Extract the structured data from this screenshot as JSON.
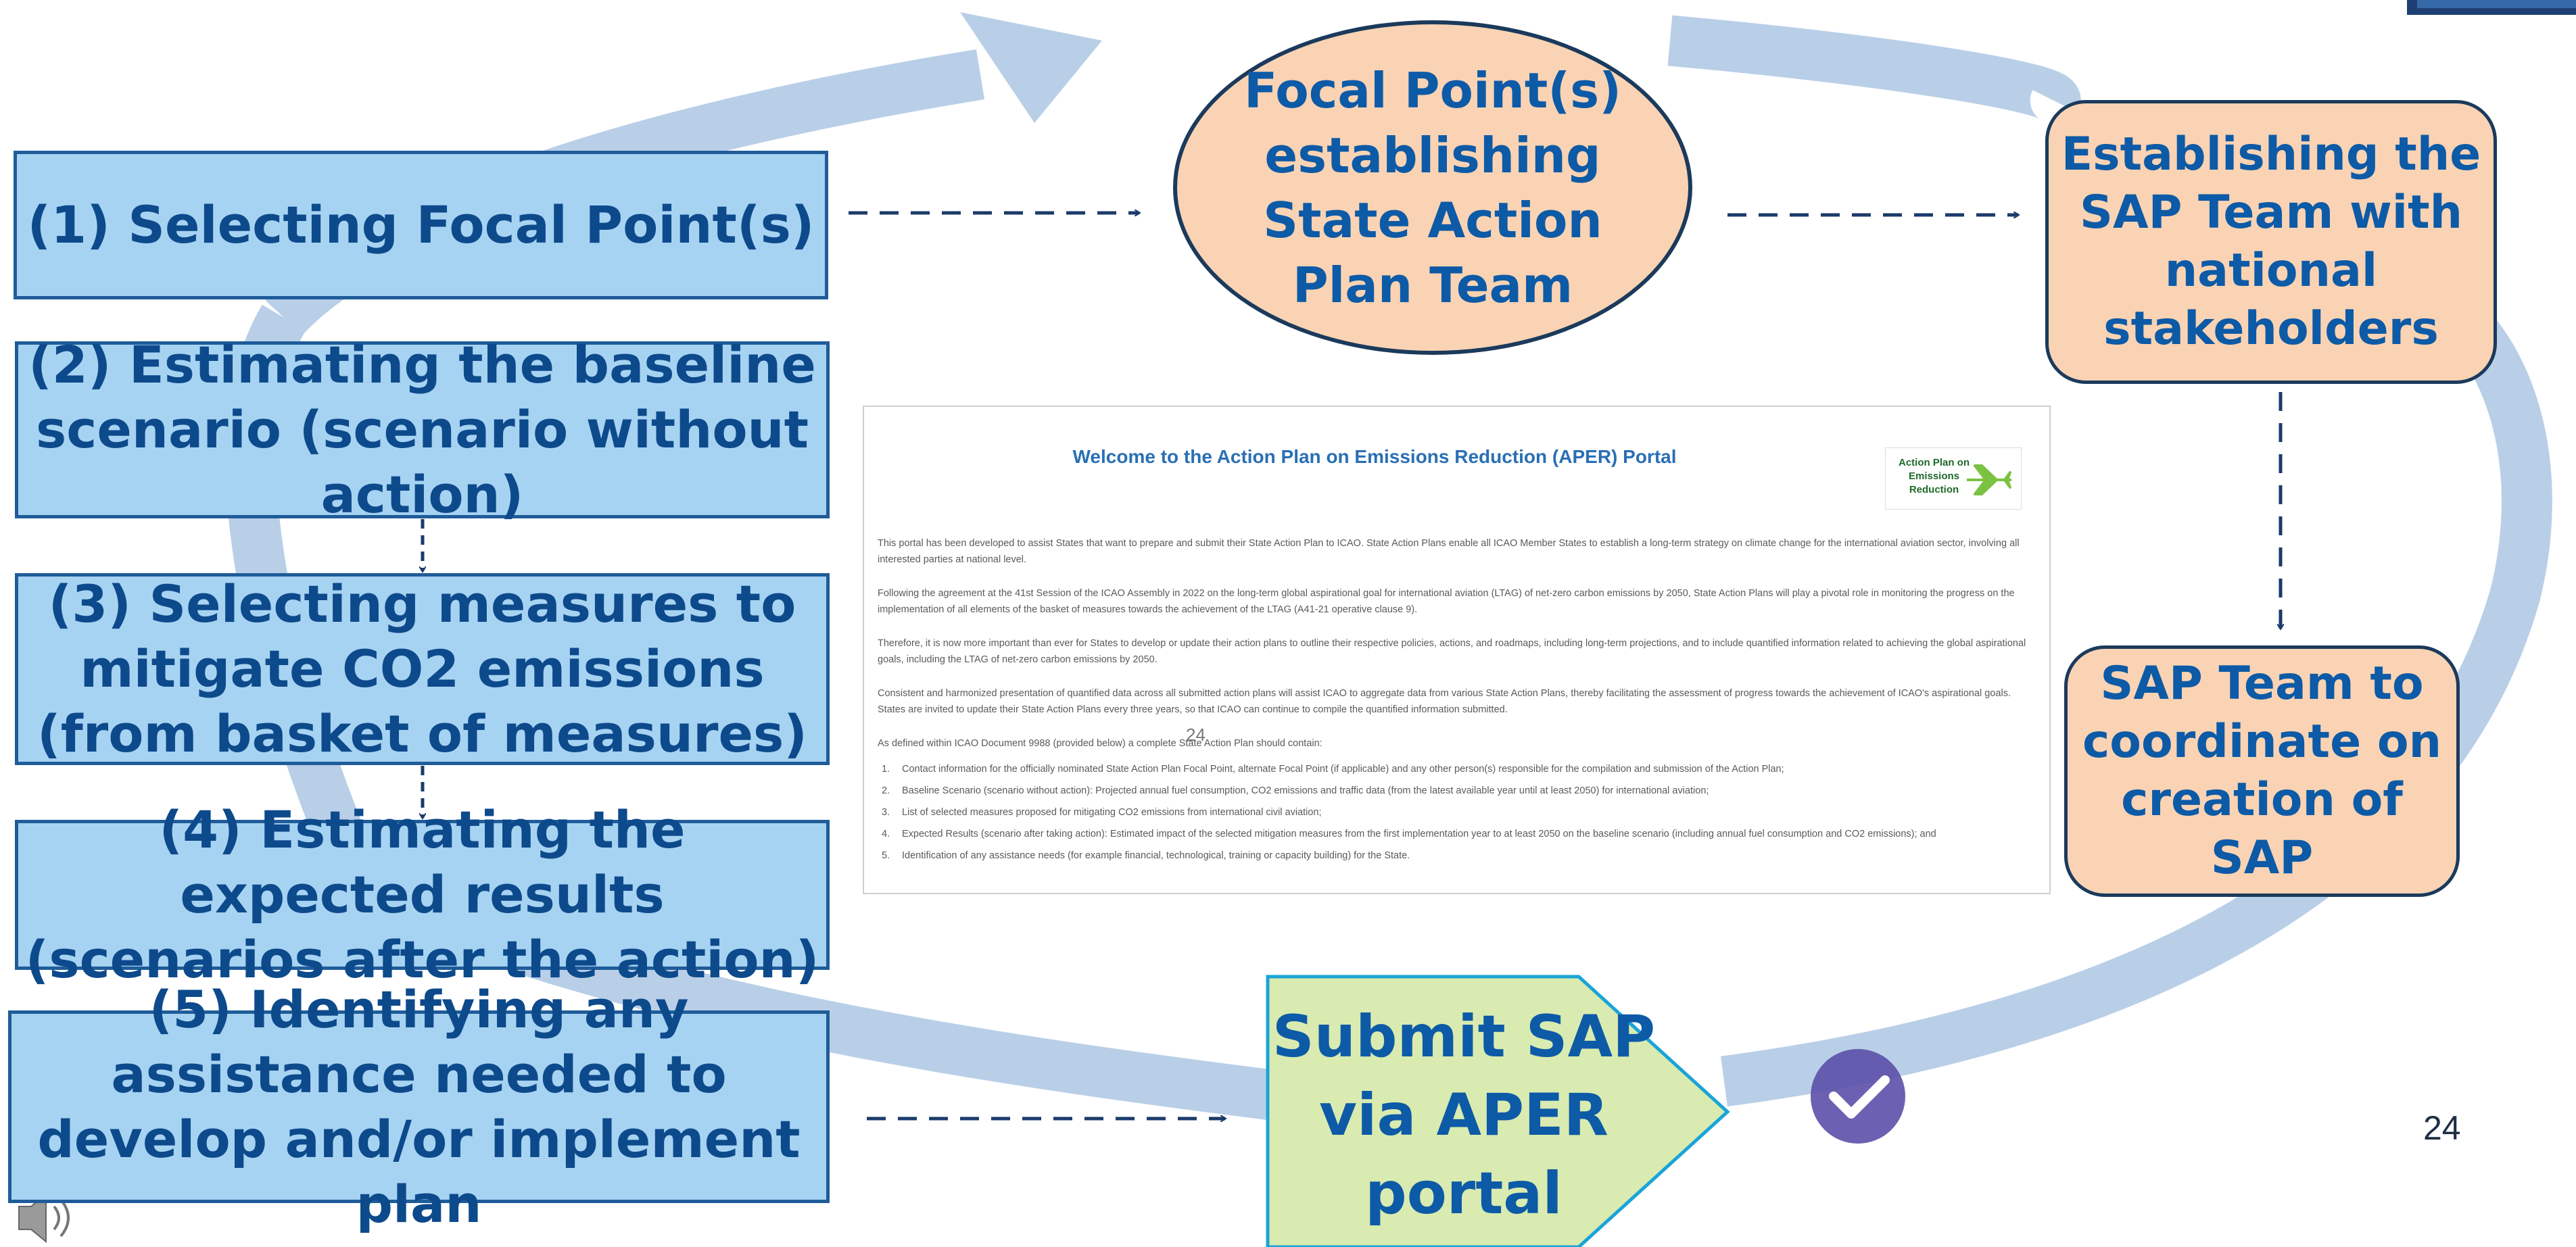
{
  "steps": {
    "s1": "(1) Selecting Focal Point(s)",
    "s2": "(2) Estimating the baseline scenario (scenario without action)",
    "s3": "(3) Selecting measures to mitigate CO2 emissions (from basket of measures)",
    "s4": "(4) Estimating the expected results (scenarios after the action)",
    "s5": "(5) Identifying any assistance needed to develop and/or implement plan"
  },
  "focal_ellipse": "Focal Point(s)\nestablishing\nState Action\nPlan Team",
  "sap_team_box": "Establishing the\nSAP Team with\nnational\nstakeholders",
  "sap_coord_box": "SAP Team to\ncoordinate on\ncreation of SAP",
  "submit": "Submit SAP\nvia APER\nportal",
  "page_number": "24",
  "colors": {
    "step_fill": "#a7d3f2",
    "step_text": "#0d4a8c",
    "peach_fill": "#f9d3b3",
    "submit_fill": "#d9ebb0",
    "cycle_arrow": "#b9cfe8",
    "check_badge": "#5b4fa8"
  },
  "icons": [
    "speaker-icon",
    "checkmark-icon"
  ],
  "screenshot": {
    "title": "Welcome to the Action Plan on Emissions Reduction (APER) Portal",
    "logo_text": "Action Plan on Emissions Reduction",
    "p1": "This portal has been developed to assist States that want to prepare and submit their State Action Plan to ICAO. State Action Plans enable all ICAO Member States to establish a long-term strategy on climate change for the international aviation sector, involving all interested parties at national level.",
    "p2": "Following the agreement at the 41st Session of the ICAO Assembly in 2022 on the long-term global aspirational goal for international aviation (LTAG) of net-zero carbon emissions by 2050, State Action Plans will play a pivotal role in monitoring the progress on the implementation of all elements of the basket of measures towards the achievement of the LTAG (A41-21 operative clause 9).",
    "p3": "Therefore, it is now more important than ever for States to develop or update their action plans to outline their respective policies, actions, and roadmaps, including long-term projections, and to include quantified information related to achieving the global aspirational goals, including the LTAG of net-zero carbon emissions by 2050.",
    "p4": "Consistent and harmonized presentation of quantified data across all submitted action plans will assist ICAO to aggregate data from various State Action Plans, thereby facilitating the assessment of progress towards the achievement of ICAO's aspirational goals. States are invited to update their State Action Plans every three years, so that ICAO can continue to compile the quantified information submitted.",
    "p5": "As defined within ICAO Document 9988 (provided below) a complete State Action Plan should contain:",
    "inline_page": "24",
    "items": [
      "Contact information for the officially nominated State Action Plan Focal Point, alternate Focal Point (if applicable) and any other person(s) responsible for the compilation and submission of the Action Plan;",
      "Baseline Scenario (scenario without action): Projected annual fuel consumption, CO2 emissions and traffic data (from the latest available year until at least 2050) for international aviation;",
      "List of selected measures proposed for mitigating CO2 emissions from international civil aviation;",
      "Expected Results (scenario after taking action): Estimated impact of the selected mitigation measures from the first implementation year to at least 2050 on the baseline scenario (including annual fuel consumption and CO2 emissions); and",
      "Identification of any assistance needs (for example financial, technological, training or capacity building) for the State."
    ]
  }
}
